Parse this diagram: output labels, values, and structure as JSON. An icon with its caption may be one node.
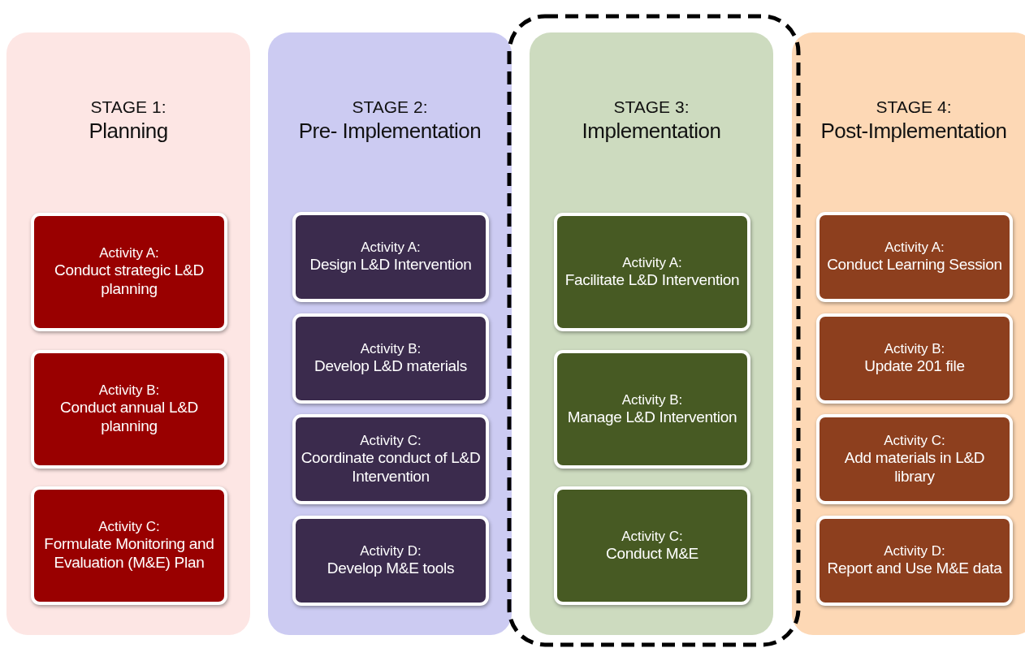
{
  "diagram": {
    "nodes": [
      {
        "text": [
          "STAGE 1:",
          "Planning"
        ]
      },
      {
        "text": [
          "Activity A:",
          "Conduct strategic L&D planning"
        ],
        "in": 0
      },
      {
        "text": [
          "Activity B:",
          "Conduct annual L&D planning"
        ],
        "in": 0
      },
      {
        "text": [
          "Activity C:",
          "Formulate Monitoring and Evaluation (M&E) Plan"
        ],
        "in": 0
      },
      {
        "text": [
          "STAGE 2:",
          "Pre- Implementation"
        ]
      },
      {
        "text": [
          "Activity A:",
          "Design L&D Intervention"
        ],
        "in": 4
      },
      {
        "text": [
          "Activity B:",
          "Develop L&D materials"
        ],
        "in": 4
      },
      {
        "text": [
          "Activity C:",
          "Coordinate conduct of L&D Intervention"
        ],
        "in": 4
      },
      {
        "text": [
          "Activity D:",
          "Develop M&E tools"
        ],
        "in": 4
      },
      {
        "text": [
          "STAGE 3:",
          "Implementation"
        ]
      },
      {
        "text": [
          "Activity A:",
          "Facilitate L&D Intervention"
        ],
        "in": 9
      },
      {
        "text": [
          "Activity B:",
          "Manage L&D Intervention"
        ],
        "in": 9
      },
      {
        "text": [
          "Activity C:",
          "Conduct M&E"
        ],
        "in": 9
      },
      {
        "text": [
          "STAGE 4:",
          "Post-Implementation"
        ]
      },
      {
        "text": [
          "Activity A:",
          "Conduct Learning Session"
        ],
        "in": 13
      },
      {
        "text": [
          "Activity B:",
          "Update 201 file"
        ],
        "in": 13
      },
      {
        "text": [
          "Activity C:",
          "Add materials in L&D library"
        ],
        "in": 13
      },
      {
        "text": [
          "Activity D:",
          "Report and Use M&E data"
        ],
        "in": 13
      }
    ],
    "edges": []
  }
}
